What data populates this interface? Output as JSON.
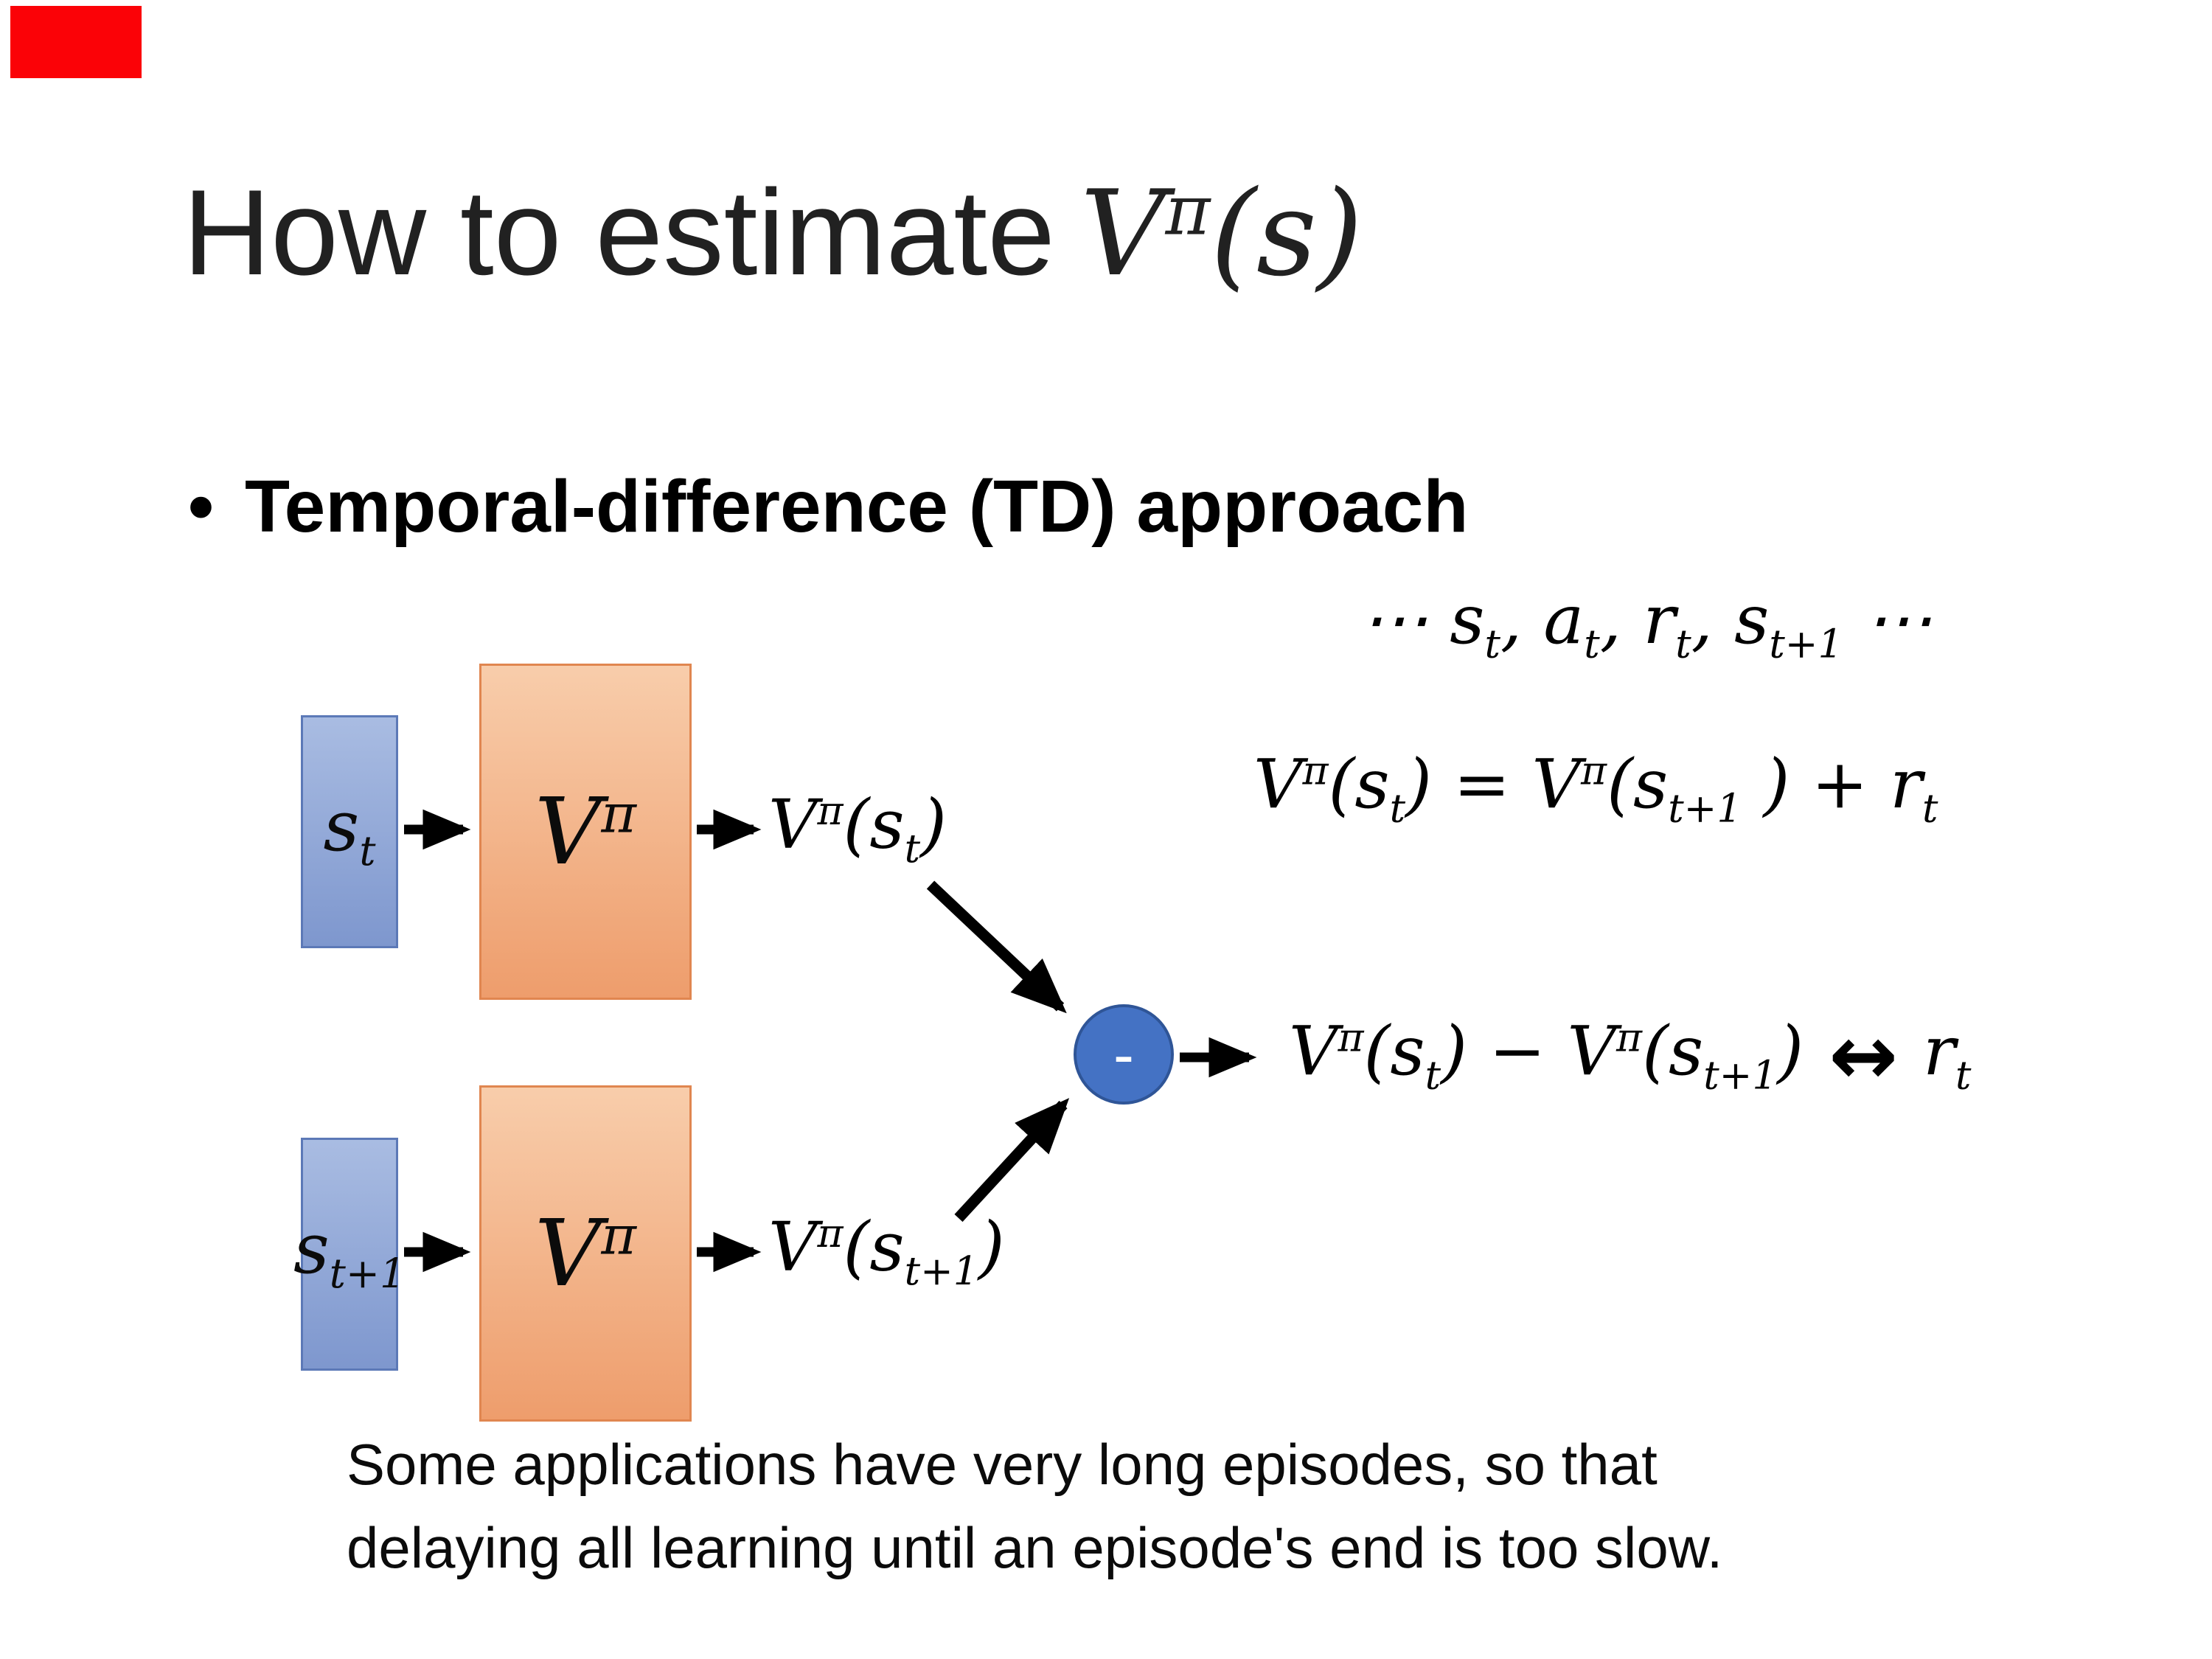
{
  "slide": {
    "title": {
      "text": "How to estimate ",
      "math": "V^{π}(s)"
    },
    "bullet": {
      "marker": "•",
      "text": "Temporal-difference (TD) approach"
    },
    "formulas": {
      "trajectory": "⋯ s_{t}, a_{t}, r_{t}, s_{t+1} ⋯",
      "td_update": "V^{π}(s_{t}) = V^{π}(s_{t+1} ) + r_{t}",
      "output_top": "V^{π}(s_{t})",
      "output_bottom": "V^{π}(s_{t+1})",
      "difference_lhs": "V^{π}(s_{t}) − V^{π}(s_{t+1})",
      "double_arrow": "↔",
      "reward": "r_{t}"
    },
    "diagram": {
      "state_top": "s_{t}",
      "state_bottom": "s_{t+1}",
      "value_fn": "V^{π}",
      "minus": "-"
    },
    "note_lines": [
      "Some applications have very long episodes, so that",
      "delaying all learning until an episode's end is too slow."
    ],
    "colors": {
      "red_marker": "#fb0207",
      "state_box_top": "#a9bce2",
      "state_box_bottom": "#7e97ce",
      "state_box_border": "#5c79b7",
      "value_box_top": "#f8cdab",
      "value_box_bottom": "#ee9d6c",
      "value_box_border": "#e08650",
      "minus_node_fill": "#4472c4",
      "minus_node_border": "#2f5597",
      "arrow": "#000000",
      "text": "#1a1a1a"
    }
  }
}
